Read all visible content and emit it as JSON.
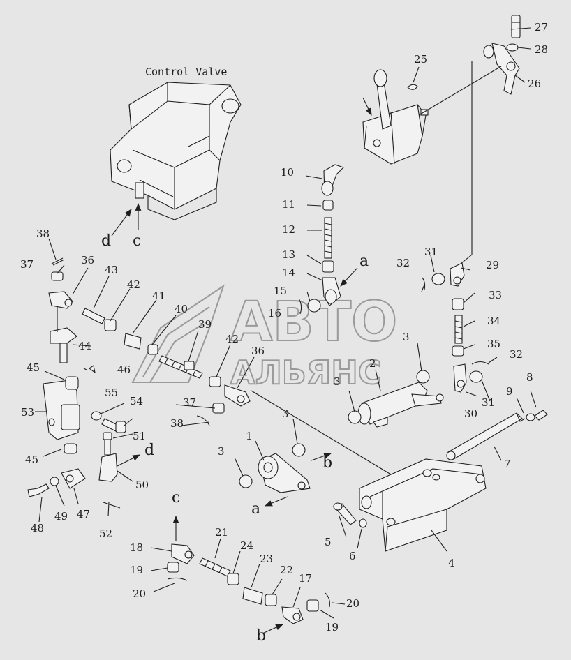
{
  "title": "Control Valve",
  "watermark": {
    "line1": "АВТО",
    "line2": "АЛЬЯНС"
  },
  "colors": {
    "background": "#e6e6e6",
    "ink": "#1e1e1e",
    "watermark": "#9a9a9a"
  },
  "callouts": [
    {
      "id": "c1",
      "text": "1"
    },
    {
      "id": "c2",
      "text": "2"
    },
    {
      "id": "c3a",
      "text": "3"
    },
    {
      "id": "c3b",
      "text": "3"
    },
    {
      "id": "c3c",
      "text": "3"
    },
    {
      "id": "c3d",
      "text": "3"
    },
    {
      "id": "c3e",
      "text": "3"
    },
    {
      "id": "c4",
      "text": "4"
    },
    {
      "id": "c5",
      "text": "5"
    },
    {
      "id": "c6",
      "text": "6"
    },
    {
      "id": "c7",
      "text": "7"
    },
    {
      "id": "c8",
      "text": "8"
    },
    {
      "id": "c9",
      "text": "9"
    },
    {
      "id": "c10",
      "text": "10"
    },
    {
      "id": "c11",
      "text": "11"
    },
    {
      "id": "c12",
      "text": "12"
    },
    {
      "id": "c13",
      "text": "13"
    },
    {
      "id": "c14",
      "text": "14"
    },
    {
      "id": "c15",
      "text": "15"
    },
    {
      "id": "c16",
      "text": "16"
    },
    {
      "id": "c17",
      "text": "17"
    },
    {
      "id": "c18",
      "text": "18"
    },
    {
      "id": "c19a",
      "text": "19"
    },
    {
      "id": "c19b",
      "text": "19"
    },
    {
      "id": "c20a",
      "text": "20"
    },
    {
      "id": "c20b",
      "text": "20"
    },
    {
      "id": "c21",
      "text": "21"
    },
    {
      "id": "c22",
      "text": "22"
    },
    {
      "id": "c23",
      "text": "23"
    },
    {
      "id": "c24",
      "text": "24"
    },
    {
      "id": "c25",
      "text": "25"
    },
    {
      "id": "c26",
      "text": "26"
    },
    {
      "id": "c27",
      "text": "27"
    },
    {
      "id": "c28",
      "text": "28"
    },
    {
      "id": "c29",
      "text": "29"
    },
    {
      "id": "c30",
      "text": "30"
    },
    {
      "id": "c31a",
      "text": "31"
    },
    {
      "id": "c31b",
      "text": "31"
    },
    {
      "id": "c32a",
      "text": "32"
    },
    {
      "id": "c32b",
      "text": "32"
    },
    {
      "id": "c33",
      "text": "33"
    },
    {
      "id": "c34",
      "text": "34"
    },
    {
      "id": "c35",
      "text": "35"
    },
    {
      "id": "c36a",
      "text": "36"
    },
    {
      "id": "c36b",
      "text": "36"
    },
    {
      "id": "c37a",
      "text": "37"
    },
    {
      "id": "c37b",
      "text": "37"
    },
    {
      "id": "c38a",
      "text": "38"
    },
    {
      "id": "c38b",
      "text": "38"
    },
    {
      "id": "c39",
      "text": "39"
    },
    {
      "id": "c40",
      "text": "40"
    },
    {
      "id": "c41",
      "text": "41"
    },
    {
      "id": "c42a",
      "text": "42"
    },
    {
      "id": "c42b",
      "text": "42"
    },
    {
      "id": "c43",
      "text": "43"
    },
    {
      "id": "c44",
      "text": "44"
    },
    {
      "id": "c45a",
      "text": "45"
    },
    {
      "id": "c45b",
      "text": "45"
    },
    {
      "id": "c46",
      "text": "46"
    },
    {
      "id": "c47",
      "text": "47"
    },
    {
      "id": "c48",
      "text": "48"
    },
    {
      "id": "c49",
      "text": "49"
    },
    {
      "id": "c50",
      "text": "50"
    },
    {
      "id": "c51",
      "text": "51"
    },
    {
      "id": "c52",
      "text": "52"
    },
    {
      "id": "c53",
      "text": "53"
    },
    {
      "id": "c54",
      "text": "54"
    },
    {
      "id": "c55",
      "text": "55"
    }
  ],
  "references": [
    {
      "id": "ra1",
      "text": "a"
    },
    {
      "id": "ra2",
      "text": "a"
    },
    {
      "id": "rb1",
      "text": "b"
    },
    {
      "id": "rb2",
      "text": "b"
    },
    {
      "id": "rc1",
      "text": "c"
    },
    {
      "id": "rc2",
      "text": "c"
    },
    {
      "id": "rd1",
      "text": "d"
    },
    {
      "id": "rd2",
      "text": "d"
    }
  ]
}
